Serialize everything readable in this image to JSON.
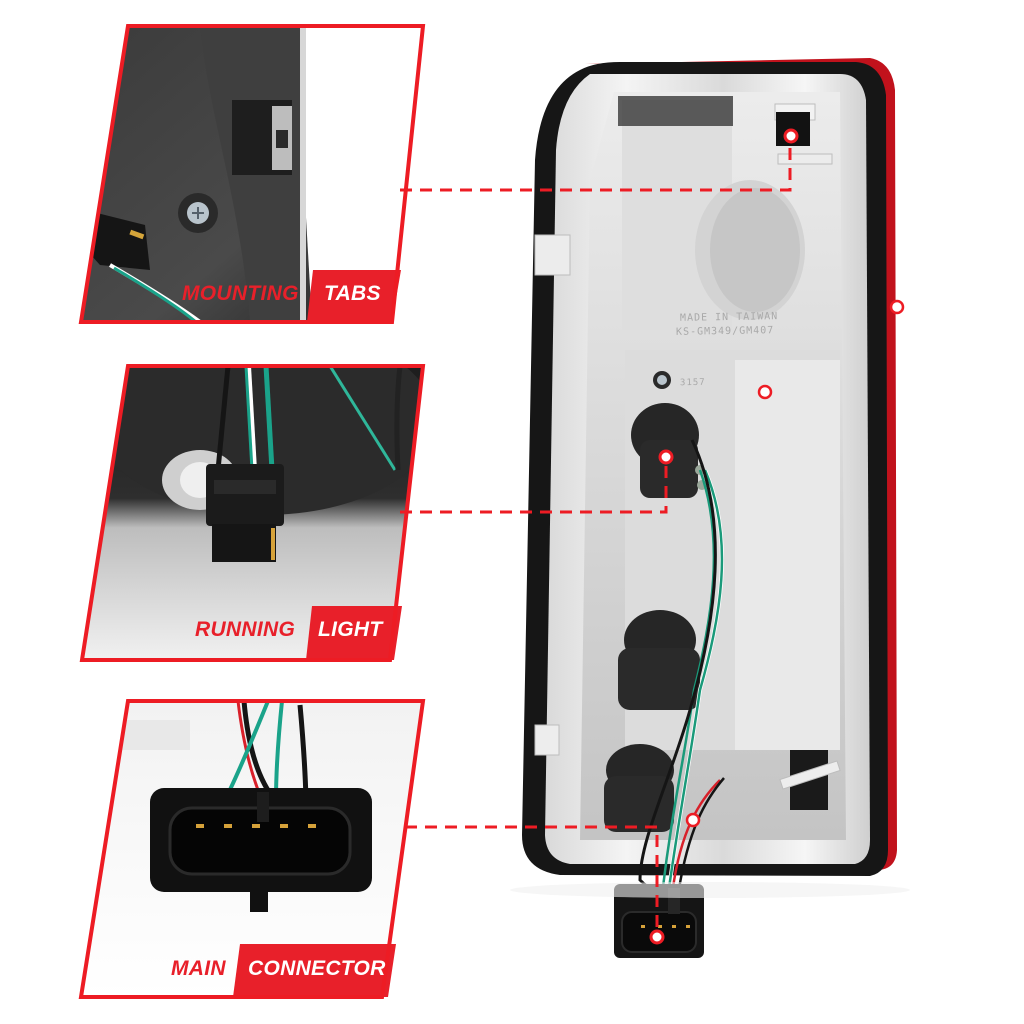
{
  "colors": {
    "accent_red": "#e8202a",
    "frame_red": "#ed1c24",
    "housing_black": "#1a1a1a",
    "chrome_light": "#e9e9e9",
    "chrome_mid": "#c8c8c8",
    "wire_green": "#1a9a7a",
    "lens_red": "#c1121c"
  },
  "callouts": [
    {
      "id": "mounting-tabs",
      "label_primary": "MOUNTING",
      "label_secondary": "TABS",
      "photo_subject": "mounting tab with screw"
    },
    {
      "id": "running-light",
      "label_primary": "RUNNING",
      "label_secondary": "LIGHT",
      "photo_subject": "running light socket connector"
    },
    {
      "id": "main-connector",
      "label_primary": "MAIN",
      "label_secondary": "CONNECTOR",
      "photo_subject": "5-pin main wiring connector"
    }
  ],
  "product": {
    "name": "tail light rear housing",
    "embossed_text_line1": "MADE IN TAIWAN",
    "embossed_text_line2": "KS-GM349/GM407",
    "bulb_mark": "3157"
  }
}
